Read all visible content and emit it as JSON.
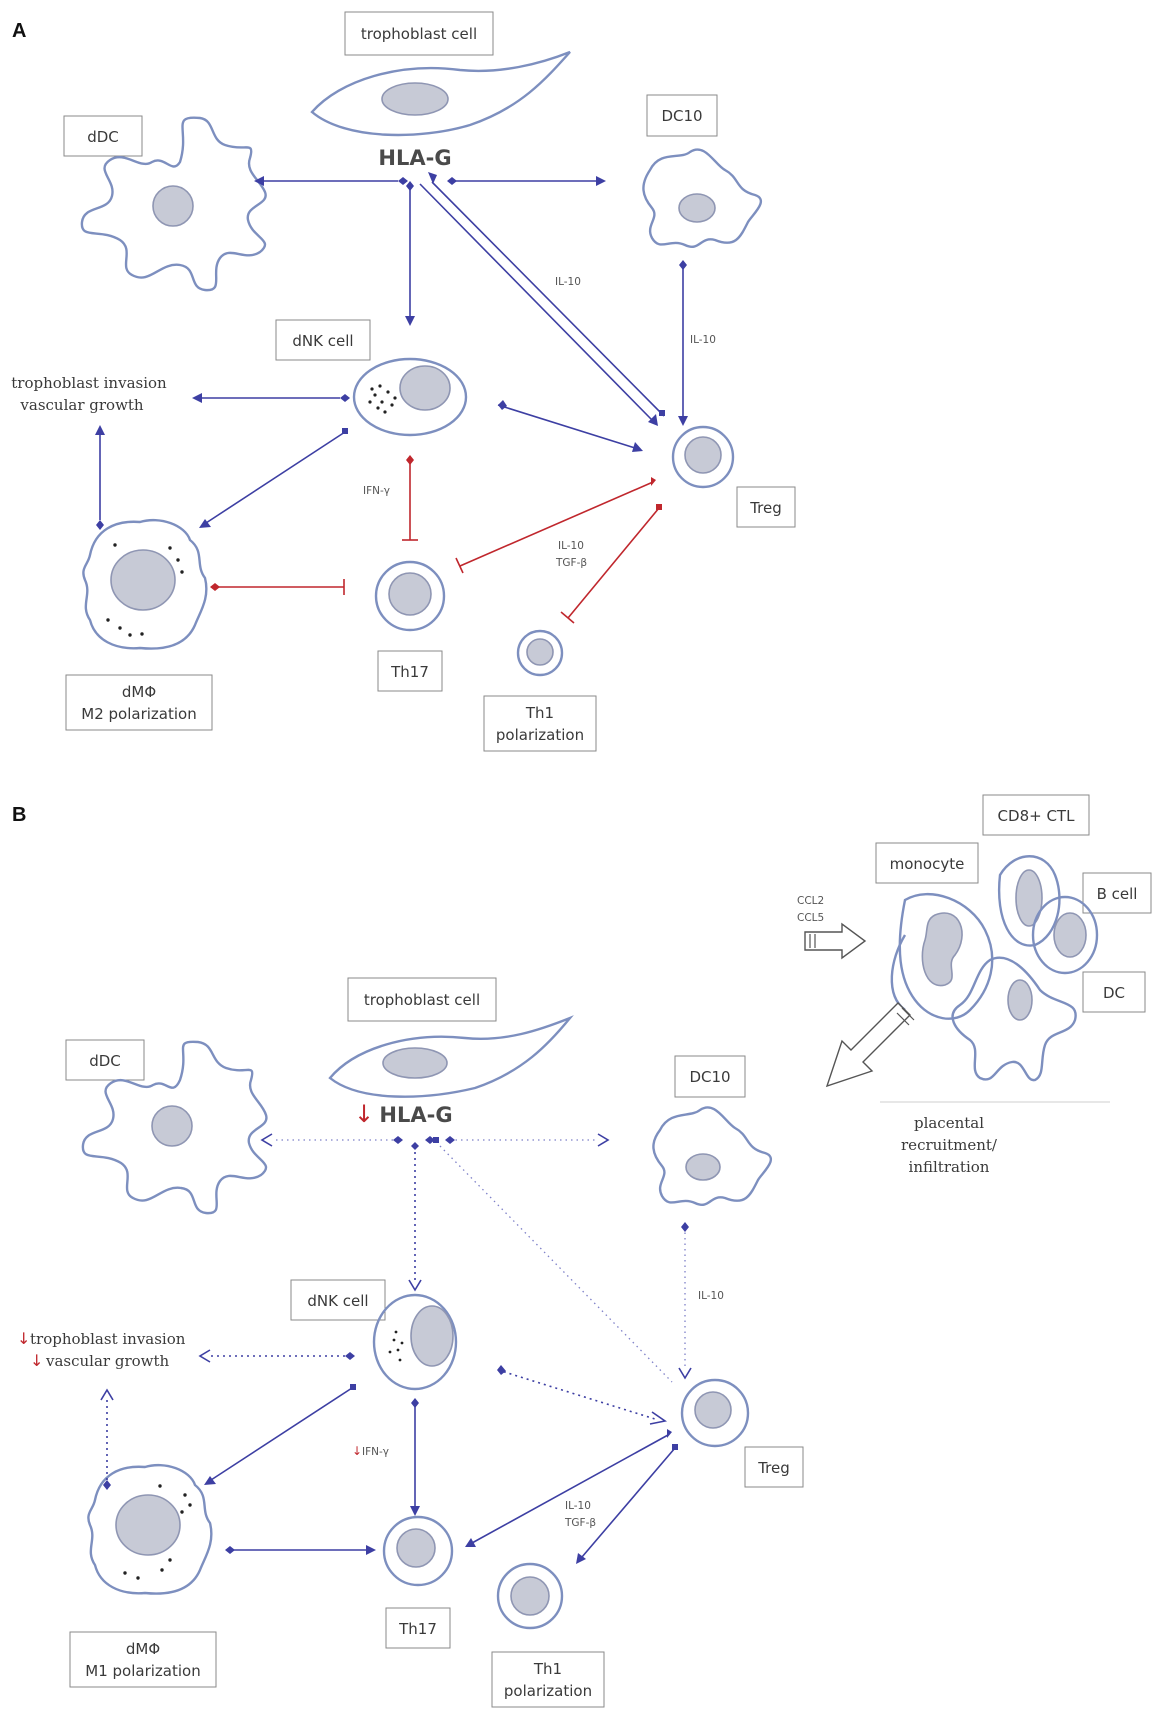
{
  "panelA": {
    "letter": "A",
    "hla": "HLA-G",
    "labels": {
      "trophoblast": "trophoblast cell",
      "ddc": "dDC",
      "dc10": "DC10",
      "dnk": "dNK cell",
      "treg": "Treg",
      "th17": "Th17",
      "th1_l1": "Th1",
      "th1_l2": "polarization",
      "dm_l1": "dMΦ",
      "dm_l2": "M2 polarization",
      "inv_l1": "trophoblast invasion",
      "inv_l2": "vascular growth",
      "il10_a": "IL-10",
      "il10_b": "IL-10",
      "ifn": "IFN-γ",
      "il10_c": "IL-10",
      "tgf": "TGF-β"
    }
  },
  "panelB": {
    "letter": "B",
    "hla": "HLA-G",
    "down_arrow": "↓",
    "labels": {
      "trophoblast": "trophoblast cell",
      "ddc": "dDC",
      "dc10": "DC10",
      "dnk": "dNK cell",
      "treg": "Treg",
      "th17": "Th17",
      "th1_l1": "Th1",
      "th1_l2": "polarization",
      "dm_l1": "dMΦ",
      "dm_l2": "M1 polarization",
      "inv_l1": "trophoblast invasion",
      "inv_l2": "vascular growth",
      "il10_a": "IL-10",
      "ifn": "IFN-γ",
      "il10_c": "IL-10",
      "tgf": "TGF-β",
      "ccl2": "CCL2",
      "ccl5": "CCL5",
      "monocyte": "monocyte",
      "cd8": "CD8+ CTL",
      "bcell": "B cell",
      "dc": "DC",
      "rec_l1": "placental",
      "rec_l2": "recruitment/",
      "rec_l3": "infiltration"
    }
  },
  "colors": {
    "stimulate": "#3d3fa3",
    "inhibit": "#c0272d",
    "cell_outline": "#7d8fbf",
    "nucleus": "#c7cad6"
  }
}
